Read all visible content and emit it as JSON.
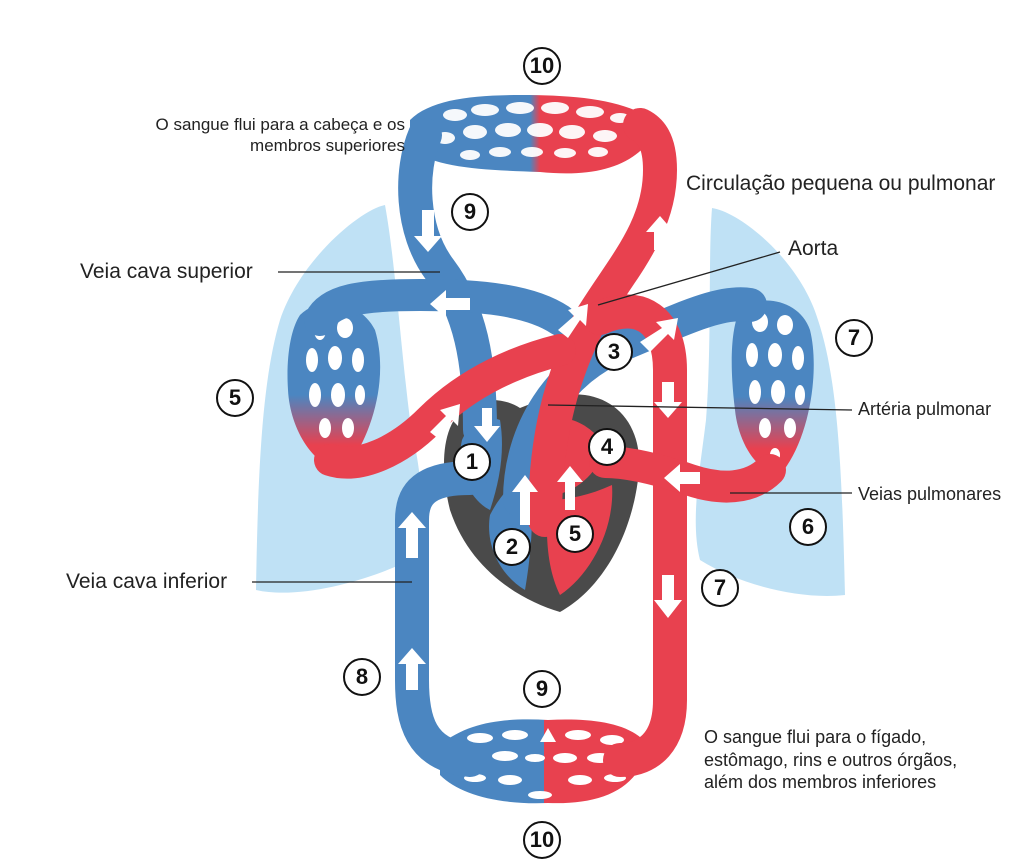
{
  "colors": {
    "arterial": "#e8414f",
    "venous": "#4b86c1",
    "lung": "#bfe1f5",
    "heart": "#4a4a4a",
    "capillary_bg_red": "#d23a47",
    "capillary_bg_blue": "#3f79b5"
  },
  "labels": {
    "head_flow": [
      "O sangue flui para a cabeça e os",
      "membros superiores"
    ],
    "pulmonary_circulation": "Circulação pequena ou pulmonar",
    "aorta": "Aorta",
    "superior_vena_cava": "Veia cava superior",
    "pulmonary_artery": "Artéria pulmonar",
    "pulmonary_veins": "Veias pulmonares",
    "inferior_vena_cava": "Veia cava inferior",
    "body_flow": [
      "O sangue flui para o fígado,",
      "estômago, rins e outros órgãos,",
      "além dos membros inferiores"
    ]
  },
  "markers": {
    "top_10": "10",
    "upper_9": "9",
    "right_lung_7": "7",
    "left_lung_5": "5",
    "heart_3": "3",
    "heart_4": "4",
    "heart_1": "1",
    "heart_2": "2",
    "heart_5": "5",
    "right_6": "6",
    "right_7": "7",
    "left_8": "8",
    "lower_9": "9",
    "bottom_10": "10"
  }
}
